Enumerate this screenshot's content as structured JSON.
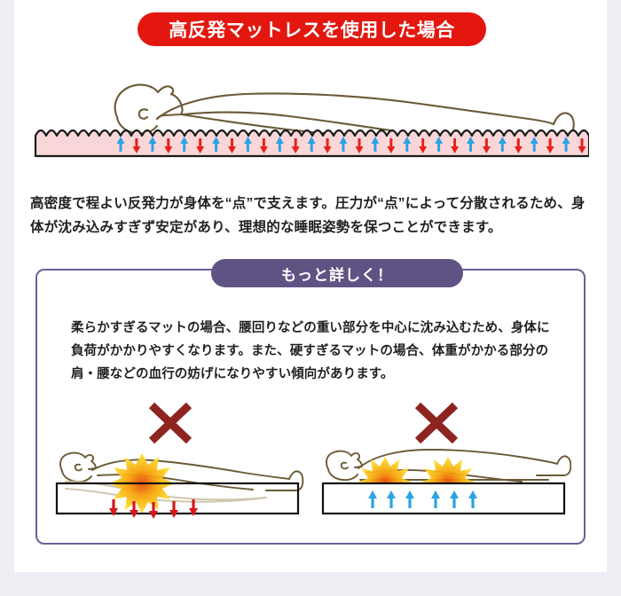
{
  "page": {
    "background_color": "#ffffff",
    "gutter_color": "#eeedf4"
  },
  "title_banner": {
    "text": "高反発マットレスを使用した場合",
    "background_color": "#e3170f",
    "text_color": "#ffffff"
  },
  "hero_illustration": {
    "name": "high-resilience-mattress-diagram",
    "mattress_fill": "#f9d7d9",
    "mattress_outline": "#1a1a1a",
    "body_outline": "#6b5a35",
    "up_arrow_color": "#2ba3e3",
    "down_arrow_color": "#e3231c",
    "arrow_count": 30,
    "description": "高反発マットレスの上で仰向けに寝た人と、上下の圧力分散矢印"
  },
  "lead_paragraph": {
    "text": "高密度で程よい反発力が身体を“点”で支えます。圧力が“点”によって分散されるため、身体が沈み込みすぎず安定があり、理想的な睡眠姿勢を保つことができます。"
  },
  "detail_section": {
    "pill_label": "もっと詳しく！",
    "pill_background_color": "#5f5384",
    "border_color": "#6b5f96",
    "body_text": "柔らかすぎるマットの場合、腰回りなどの重い部分を中心に沈み込むため、身体に負荷がかかりやすくなります。また、硬すぎるマットの場合、体重がかかる部分の肩・腰などの血行の妨げになりやすい傾向があります。",
    "panels": [
      {
        "name": "too-soft-mattress",
        "mark": "×",
        "mark_color": "#8e2420",
        "mattress_type": "柔らかすぎるマット",
        "arrow_direction": "down",
        "arrow_color": "#d8161c",
        "arrow_count": 5,
        "burst_count": 1,
        "burst_positions": [
          "腰"
        ]
      },
      {
        "name": "too-hard-mattress",
        "mark": "×",
        "mark_color": "#8e2420",
        "mattress_type": "硬すぎるマット",
        "arrow_direction": "up",
        "arrow_color": "#2ba3e3",
        "arrow_count": 6,
        "burst_count": 2,
        "burst_positions": [
          "肩",
          "腰"
        ]
      }
    ]
  }
}
